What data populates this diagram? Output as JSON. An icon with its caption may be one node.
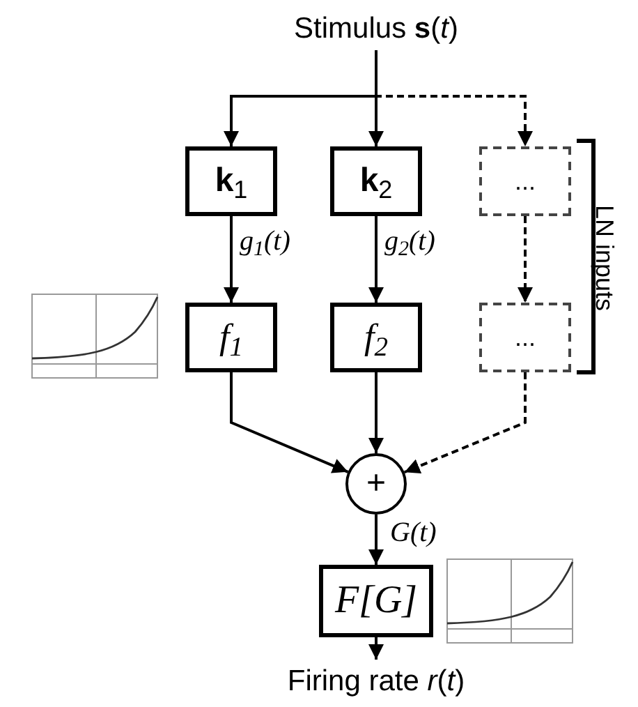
{
  "diagram": {
    "nodes": [
      {
        "text": [
          "Stimulus **s**(*t*)"
        ]
      },
      {
        "text": [
          "**k**$_{1}$"
        ]
      },
      {
        "text": [
          "**k**$_{2}$"
        ]
      },
      {
        "text": [
          "..."
        ]
      },
      {
        "text": [
          "f$_{1}$"
        ]
      },
      {
        "text": [
          "f$_{2}$"
        ]
      },
      {
        "text": [
          "..."
        ]
      },
      {
        "text": [
          "+"
        ]
      },
      {
        "text": [
          "F[G]"
        ]
      },
      {
        "text": [
          "Firing rate *r*(*t*)"
        ]
      }
    ],
    "edges": [
      {
        "from": 0,
        "to": 1,
        "arrow": "to"
      },
      {
        "from": 0,
        "to": 2,
        "arrow": "to"
      },
      {
        "from": 0,
        "to": 3,
        "arrow": "to",
        "style": "dashed"
      },
      {
        "from": 1,
        "to": 4,
        "arrow": "to",
        "label": "g$_{1}$(t)"
      },
      {
        "from": 2,
        "to": 5,
        "arrow": "to",
        "label": "g$_{2}$(t)"
      },
      {
        "from": 3,
        "to": 6,
        "arrow": "to",
        "style": "dashed"
      },
      {
        "from": 4,
        "to": 7,
        "arrow": "to"
      },
      {
        "from": 5,
        "to": 7,
        "arrow": "to"
      },
      {
        "from": 6,
        "to": 7,
        "arrow": "to",
        "style": "dashed"
      },
      {
        "from": 7,
        "to": 8,
        "arrow": "to",
        "label": "G(t)"
      },
      {
        "from": 8,
        "to": 9,
        "arrow": "to"
      }
    ],
    "labels": [
      "LN inputs"
    ]
  }
}
